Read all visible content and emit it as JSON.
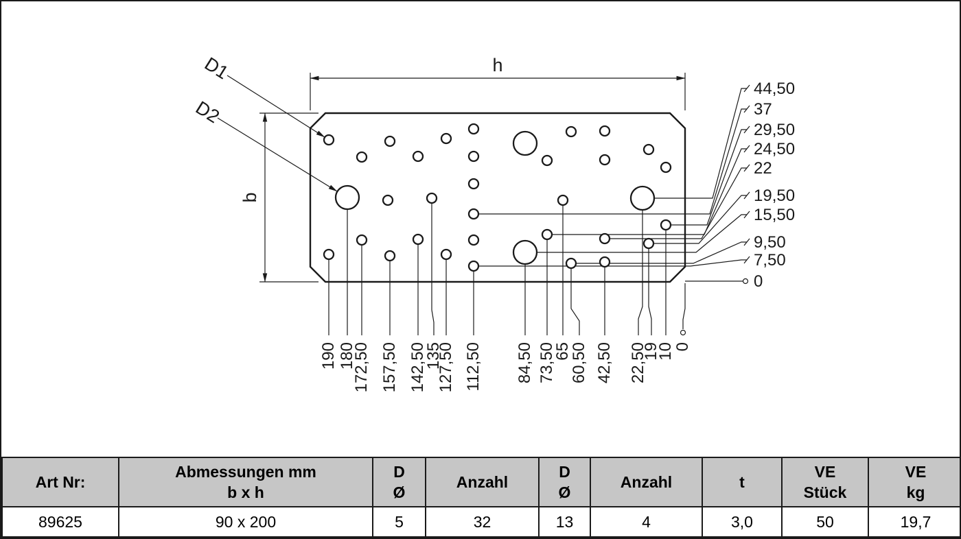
{
  "colors": {
    "line": "#1a1a1a",
    "table_header_bg": "#c6c6c6",
    "background": "#ffffff"
  },
  "drawing": {
    "labels": {
      "h": "h",
      "b": "b",
      "d1": "D1",
      "d2": "D2"
    },
    "right_dims": [
      "44,50",
      "37",
      "29,50",
      "24,50",
      "22",
      "19,50",
      "15,50",
      "9,50",
      "7,50",
      "0"
    ],
    "bottom_dims": [
      "190",
      "180",
      "172,50",
      "157,50",
      "142,50",
      "135",
      "127,50",
      "112,50",
      "84,50",
      "73,50",
      "65",
      "60,50",
      "42,50",
      "22,50",
      "19",
      "10",
      "0"
    ]
  },
  "table": {
    "headers": [
      {
        "line1": "Art Nr:",
        "line2": ""
      },
      {
        "line1": "Abmessungen mm",
        "line2": "b x h"
      },
      {
        "line1": "D",
        "line2": "Ø"
      },
      {
        "line1": "Anzahl",
        "line2": ""
      },
      {
        "line1": "D",
        "line2": "Ø"
      },
      {
        "line1": "Anzahl",
        "line2": ""
      },
      {
        "line1": "t",
        "line2": ""
      },
      {
        "line1": "VE",
        "line2": "Stück"
      },
      {
        "line1": "VE",
        "line2": "kg"
      }
    ],
    "row": [
      "89625",
      "90 x 200",
      "5",
      "32",
      "13",
      "4",
      "3,0",
      "50",
      "19,7"
    ]
  }
}
